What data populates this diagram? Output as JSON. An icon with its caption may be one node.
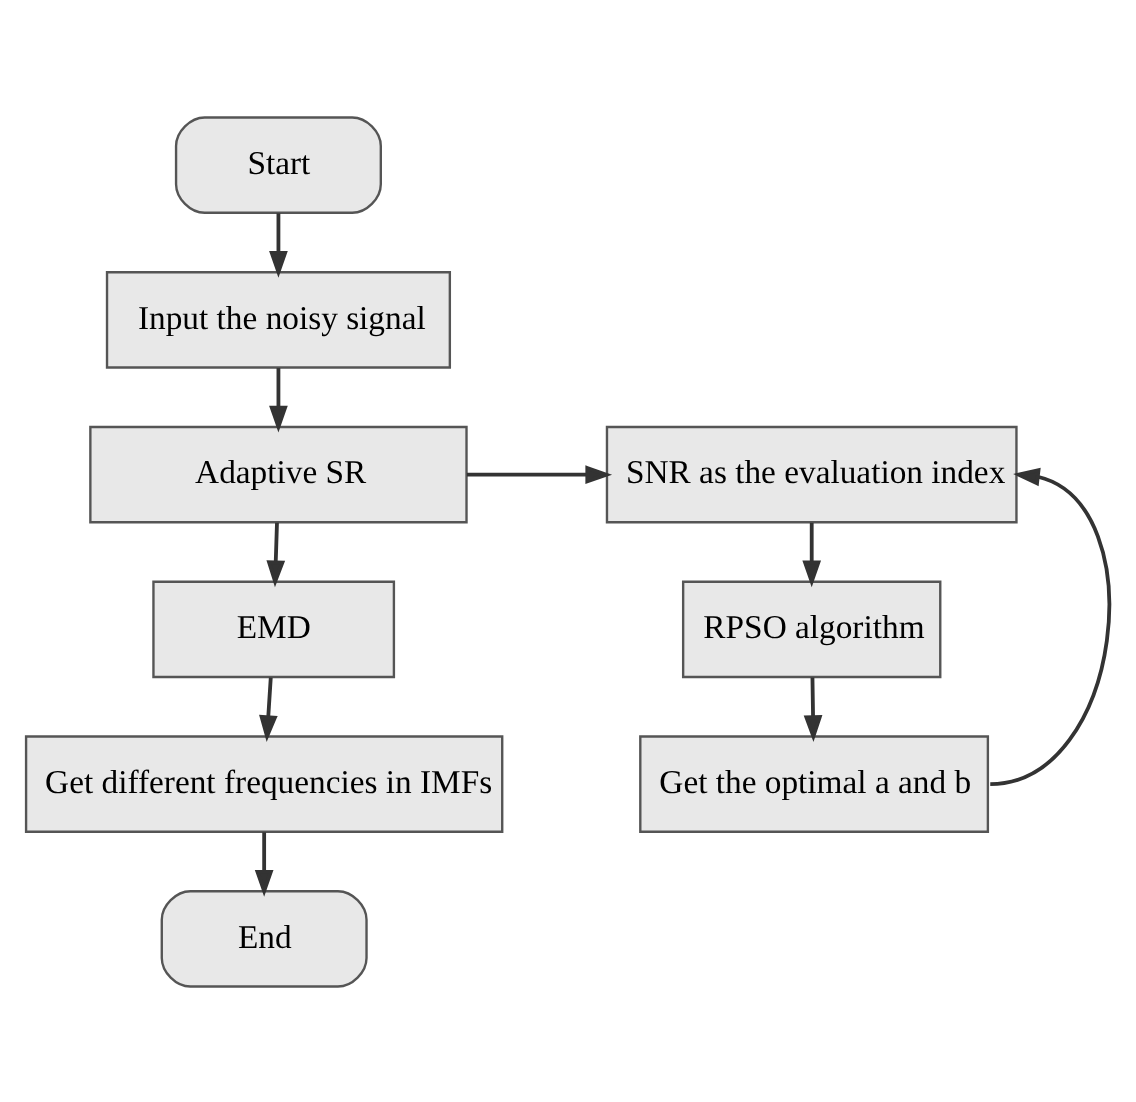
{
  "diagram": {
    "nodes": [
      {
        "text": [
          "Start"
        ]
      },
      {
        "text": [
          "Input the noisy signal"
        ]
      },
      {
        "text": [
          "Adaptive SR"
        ]
      },
      {
        "text": [
          "EMD"
        ]
      },
      {
        "text": [
          "Get different frequencies in IMFs"
        ]
      },
      {
        "text": [
          "End"
        ]
      },
      {
        "text": [
          "SNR as the evaluation index"
        ]
      },
      {
        "text": [
          "RPSO algorithm"
        ]
      },
      {
        "text": [
          "Get the optimal a and b"
        ]
      }
    ],
    "edges": [
      {
        "from": 0,
        "to": 1,
        "arrow": "to"
      },
      {
        "from": 1,
        "to": 2,
        "arrow": "to"
      },
      {
        "from": 2,
        "to": 3,
        "arrow": "to"
      },
      {
        "from": 3,
        "to": 4,
        "arrow": "to"
      },
      {
        "from": 4,
        "to": 5,
        "arrow": "to"
      },
      {
        "from": 2,
        "to": 6,
        "arrow": "to"
      },
      {
        "from": 6,
        "to": 7,
        "arrow": "to"
      },
      {
        "from": 7,
        "to": 8,
        "arrow": "to"
      },
      {
        "from": 8,
        "to": 6,
        "arrow": "to"
      }
    ]
  }
}
